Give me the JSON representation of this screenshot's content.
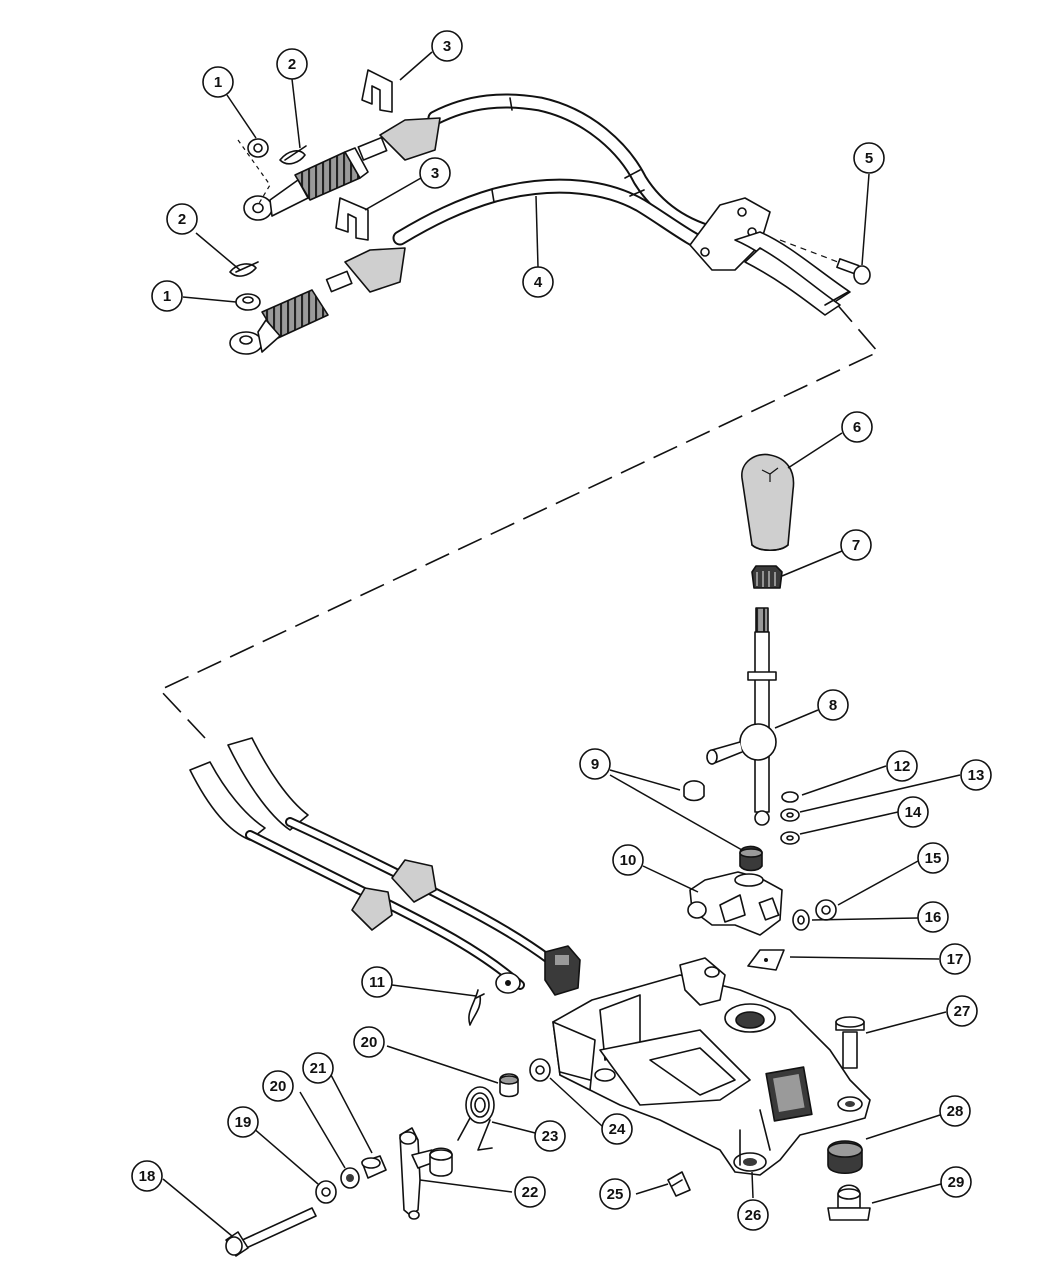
{
  "colors": {
    "ink": "#111111",
    "paper": "#ffffff",
    "shade": "#cfcfcf",
    "mid": "#9a9a9a",
    "dark": "#3a3a3a"
  },
  "callouts": [
    {
      "label": "1"
    },
    {
      "label": "2"
    },
    {
      "label": "3"
    },
    {
      "label": "3"
    },
    {
      "label": "2"
    },
    {
      "label": "1"
    },
    {
      "label": "4"
    },
    {
      "label": "5"
    },
    {
      "label": "6"
    },
    {
      "label": "7"
    },
    {
      "label": "8"
    },
    {
      "label": "9"
    },
    {
      "label": "12"
    },
    {
      "label": "13"
    },
    {
      "label": "14"
    },
    {
      "label": "10"
    },
    {
      "label": "15"
    },
    {
      "label": "16"
    },
    {
      "label": "17"
    },
    {
      "label": "11"
    },
    {
      "label": "27"
    },
    {
      "label": "20"
    },
    {
      "label": "21"
    },
    {
      "label": "20"
    },
    {
      "label": "19"
    },
    {
      "label": "23"
    },
    {
      "label": "24"
    },
    {
      "label": "28"
    },
    {
      "label": "18"
    },
    {
      "label": "22"
    },
    {
      "label": "25"
    },
    {
      "label": "26"
    },
    {
      "label": "29"
    }
  ]
}
